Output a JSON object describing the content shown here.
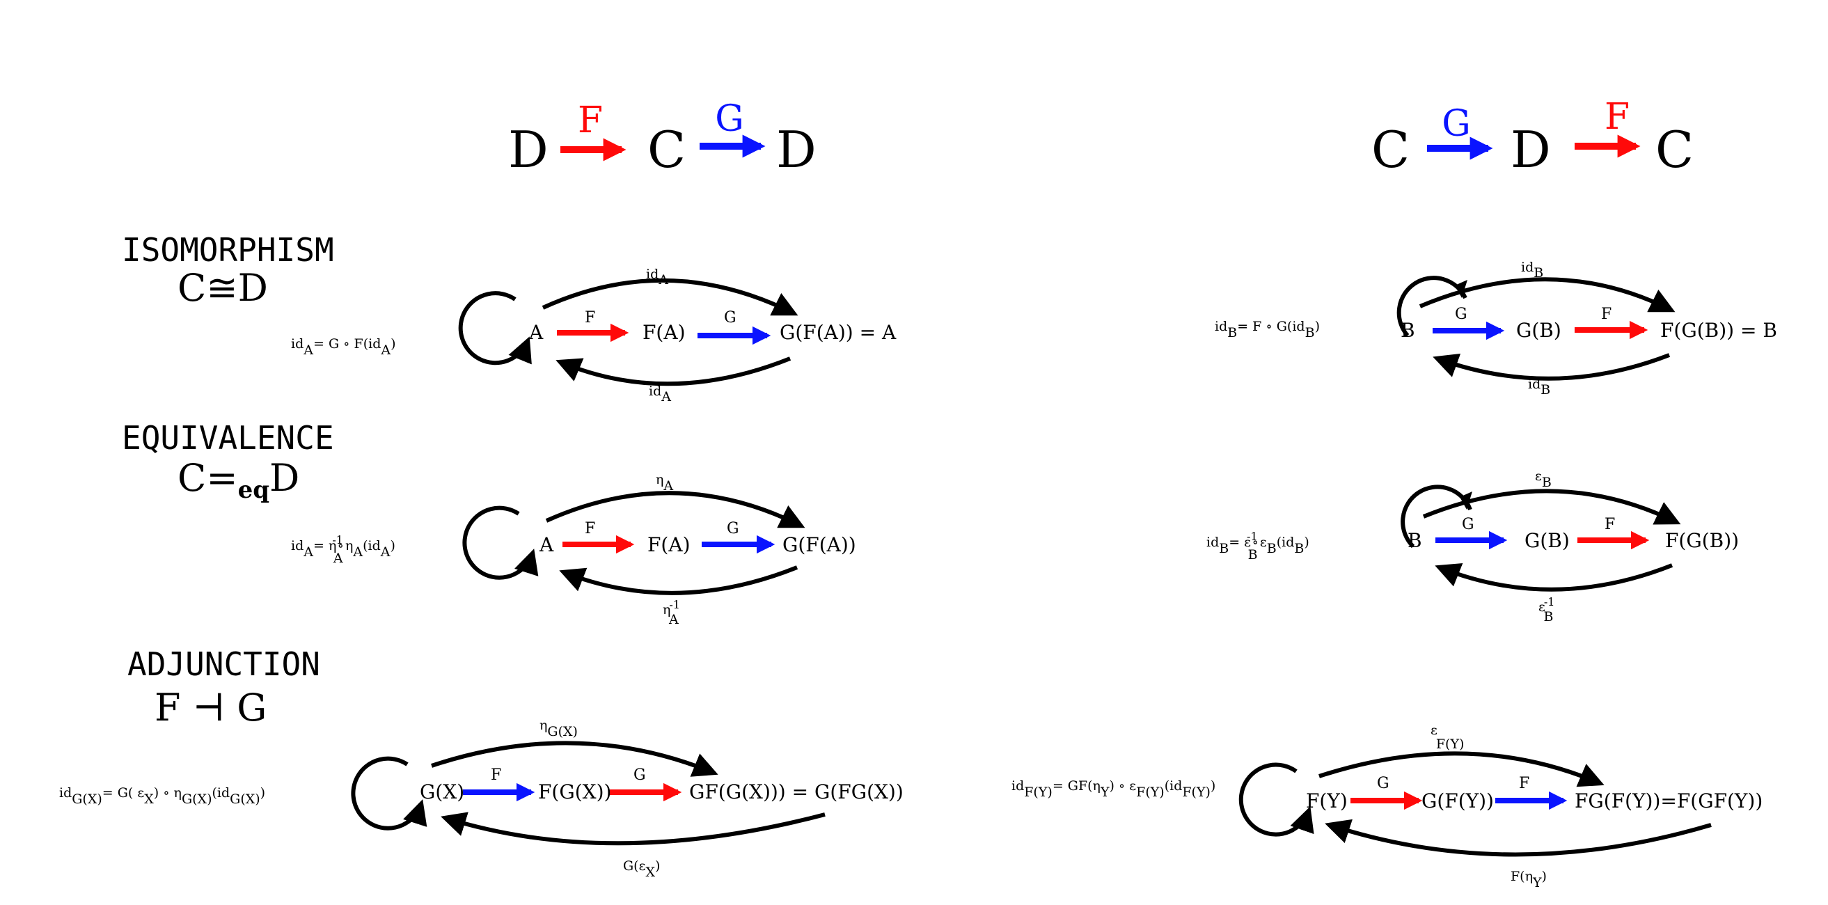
{
  "colors": {
    "F": "#ff0a0a",
    "G": "#0a14ff",
    "ink": "#000000"
  },
  "header_left": {
    "a": "D",
    "f": "F",
    "b": "C",
    "g": "G",
    "c": "D"
  },
  "header_right": {
    "a": "C",
    "g": "G",
    "b": "D",
    "f": "F",
    "c": "C"
  },
  "sections": {
    "iso": {
      "title": "ISOMORPHISM",
      "sub": "C≅D"
    },
    "eq": {
      "title": "EQUIVALENCE",
      "sub_a": "C=",
      "sub_eq": "eq",
      "sub_b": "D"
    },
    "adj": {
      "title": "ADJUNCTION",
      "sub": "F ⊣ G"
    }
  },
  "iso_left": {
    "law": {
      "id": "id",
      "A": "A",
      "eq": "= G ∘ F(id",
      "A2": "A",
      "close": ")"
    },
    "a": "A",
    "f": "F",
    "fa": "F(A)",
    "g": "G",
    "gfa": "G(F(A)) = A",
    "top": {
      "id": "id",
      "A": "A"
    },
    "bottom": {
      "id": "id",
      "A": "A"
    }
  },
  "iso_right": {
    "law": {
      "id": "id",
      "B": "B",
      "eq": "= F ∘ G(id",
      "B2": "B",
      "close": ")"
    },
    "b": "B",
    "g": "G",
    "gb": "G(B)",
    "f": "F",
    "fgb": "F(G(B)) = B",
    "top": {
      "id": "id",
      "B": "B"
    },
    "bottom": {
      "id": "id",
      "B": "B"
    }
  },
  "eq_left": {
    "law": {
      "id": "id",
      "A": "A",
      "eq": "= η",
      "sup": "-1",
      "A2": "A",
      "circ": "∘",
      "eta": "η",
      "A3": "A",
      "paren": "(id",
      "A4": "A",
      "close": ")"
    },
    "a": "A",
    "f": "F",
    "fa": "F(A)",
    "g": "G",
    "gfa": "G(F(A))",
    "top": {
      "eta": "η",
      "A": "A"
    },
    "bottom": {
      "eta": "η",
      "sup": "-1",
      "A": "A"
    }
  },
  "eq_right": {
    "law": {
      "id": "id",
      "B": "B",
      "eq": "= ε",
      "sup": "-1",
      "B2": "B",
      "circ": "∘",
      "eps": "ε",
      "B3": "B",
      "paren": "(id",
      "B4": "B",
      "close": ")"
    },
    "b": "B",
    "g": "G",
    "gb": "G(B)",
    "f": "F",
    "fgb": "F(G(B))",
    "top": {
      "eps": "ε",
      "B": "B"
    },
    "bottom": {
      "eps": "ε",
      "sup": "-1",
      "B": "B"
    }
  },
  "adj_left": {
    "law": {
      "id": "id",
      "gx": "G(X)",
      "eq": "= G( ε",
      "x": "X",
      "circ": ") ∘ η",
      "gx2": "G(X)",
      "paren": "(id",
      "gx3": "G(X)",
      "close": ")"
    },
    "gx": "G(X)",
    "f": "F",
    "fgx": "F(G(X))",
    "g": "G",
    "gfgx": "GF(G(X))) = G(FG(X))",
    "top": {
      "eta": "η",
      "gx": "G(X)"
    },
    "bottom": {
      "g": "G(ε",
      "x": "X",
      "close": ")"
    }
  },
  "adj_right": {
    "law": {
      "id": "id",
      "fy": "F(Y)",
      "eq": "= GF(η",
      "y": "Y",
      "circ": ") ∘ ε",
      "fy2": "F(Y)",
      "paren": "(id",
      "fy3": "F(Y)",
      "close": ")"
    },
    "fy": "F(Y)",
    "g": "G",
    "gfy": "G(F(Y))",
    "f": "F",
    "fgfy": "FG(F(Y))=F(GF(Y))",
    "top": {
      "eps": "ε",
      "fy": "F(Y)"
    },
    "bottom": {
      "f": "F(η",
      "y": "Y",
      "close": ")"
    }
  }
}
